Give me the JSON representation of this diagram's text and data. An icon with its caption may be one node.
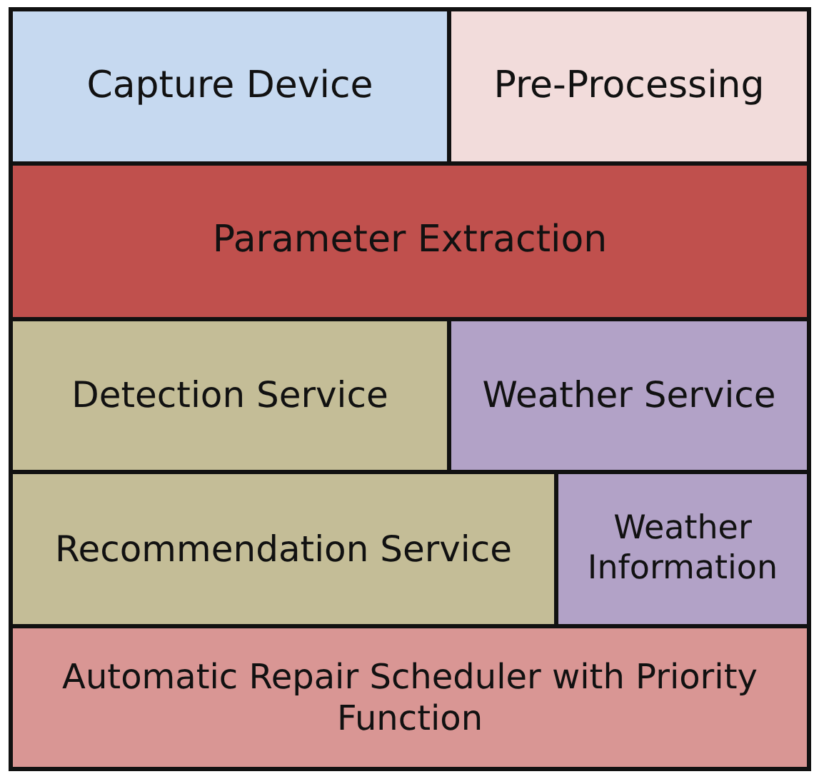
{
  "diagram": {
    "nodes": [
      {
        "text": [
          "Capture Device"
        ]
      },
      {
        "text": [
          "Pre-Processing"
        ]
      },
      {
        "text": [
          "Parameter Extraction"
        ]
      },
      {
        "text": [
          "Detection Service"
        ]
      },
      {
        "text": [
          "Weather Service"
        ]
      },
      {
        "text": [
          "Recommendation Service"
        ]
      },
      {
        "text": [
          "Weather Information"
        ]
      },
      {
        "text": [
          "Automatic Repair Scheduler with Priority Function"
        ]
      }
    ]
  }
}
